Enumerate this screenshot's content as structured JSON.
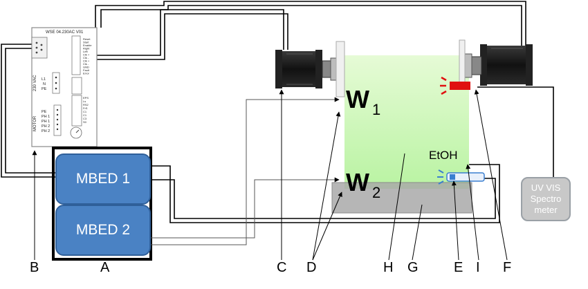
{
  "driver": {
    "title": "WSE 04.230AC V01",
    "vac_label": "230 VAC",
    "power_pins": [
      "L1",
      "N",
      "PE"
    ],
    "motor_label": "MOTOR",
    "motor_pins": [
      "PE",
      "PH 1",
      "PH 1",
      "PH 2",
      "PH 2"
    ],
    "control_pins": [
      "Reset",
      "Start",
      "Enable",
      "Right",
      "Left",
      "Clk +",
      "Clk -",
      "Clk +",
      "Clk -",
      "GND",
      "Fault",
      "Error"
    ],
    "dip_pins": [
      "EPS",
      "Ls",
      "RS2",
      "FrS",
      "C1",
      "C1",
      "C3",
      "S0",
      "S1"
    ]
  },
  "mbed": {
    "mbed1": "MBED 1",
    "mbed2": "MBED 2"
  },
  "uv_vis": "UV VIS\nSpectro\nmeter",
  "vessel": {
    "w1_main": "W",
    "w1_sub": "1",
    "w2_main": "W",
    "w2_sub": "2",
    "etoh": "EtOH"
  },
  "letters": {
    "A": "A",
    "B": "B",
    "C": "C",
    "D": "D",
    "E": "E",
    "F": "F",
    "G": "G",
    "H": "H",
    "I": "I"
  },
  "colors": {
    "green_light": "#e6fbd6",
    "green_mid": "#b7f4a0",
    "gray_block": "#a8a8a8",
    "mbed_blue": "#4a82c4",
    "red_led": "#e01010",
    "blue_led": "#3a7fd0"
  },
  "icons": [
    "stepper-motor-icon",
    "pulley-icon",
    "red-light-source-icon",
    "blue-sensor-icon",
    "connector-icon"
  ]
}
